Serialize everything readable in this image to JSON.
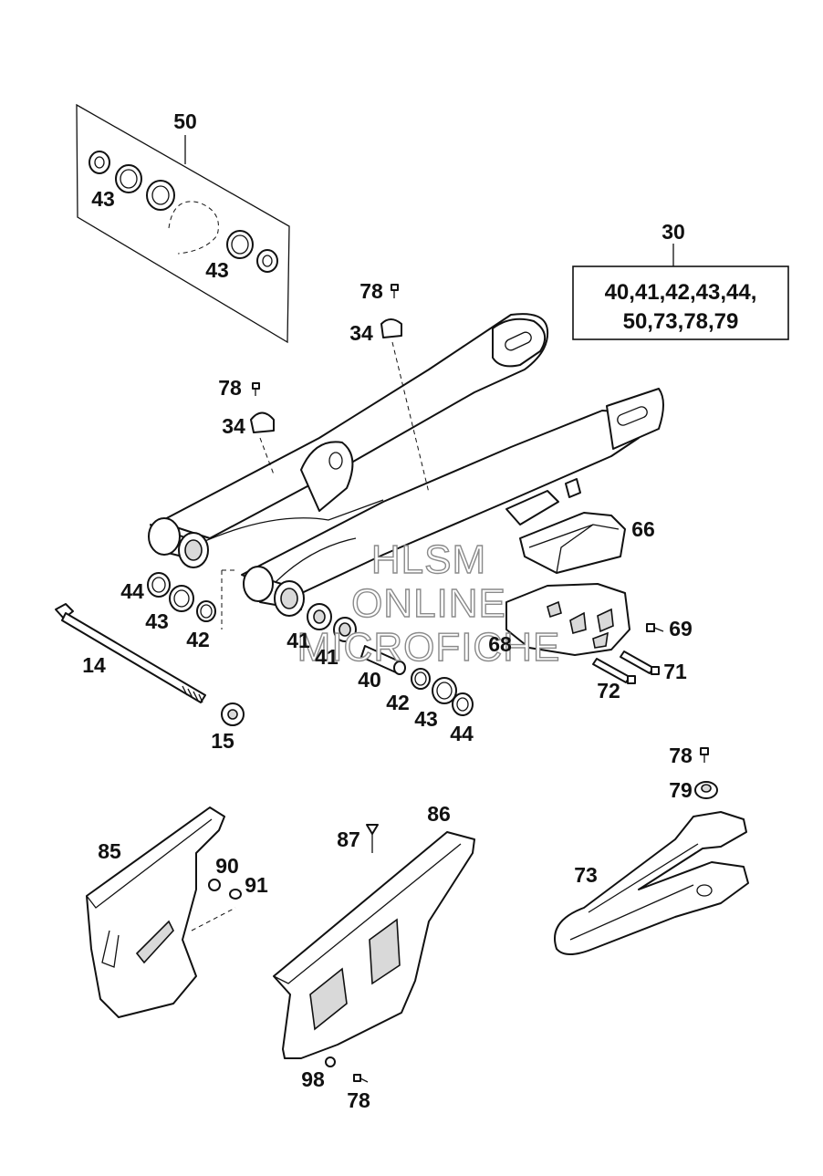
{
  "kits": {
    "bearing_kit_number": "50",
    "swingarm_kit_number": "30",
    "swingarm_kit_contents": [
      "40,41,42,43,44,",
      "50,73,78,79"
    ]
  },
  "labels": {
    "l50": "50",
    "l43a": "43",
    "l43b": "43",
    "l30": "30",
    "l78a": "78",
    "l34a": "34",
    "l78b": "78",
    "l34b": "34",
    "l66": "66",
    "l44a": "44",
    "l43c": "43",
    "l42a": "42",
    "l14": "14",
    "l41a": "41",
    "l41b": "41",
    "l40": "40",
    "l42b": "42",
    "l43d": "43",
    "l44b": "44",
    "l15": "15",
    "l68": "68",
    "l69": "69",
    "l71": "71",
    "l72": "72",
    "l78c": "78",
    "l79": "79",
    "l85": "85",
    "l90": "90",
    "l91": "91",
    "l87": "87",
    "l86": "86",
    "l73": "73",
    "l98": "98",
    "l78d": "78"
  },
  "watermark": {
    "line1": "HLSM",
    "line2": "ONLINE",
    "line3": "MICROFICHE"
  }
}
